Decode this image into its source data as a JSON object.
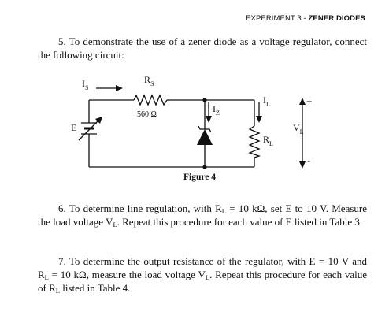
{
  "header": {
    "prefix": "EXPERIMENT 3 - ",
    "title": "ZENER DIODES"
  },
  "step5": {
    "number": "5.",
    "text": "To demonstrate the use of a zener diode as a voltage regulator, connect the following circuit:"
  },
  "figure": {
    "caption": "Figure 4",
    "source_label": "E",
    "source_current_label": "I",
    "source_current_sub": "S",
    "resistor_label": "R",
    "resistor_sub": "S",
    "resistor_value": "560 Ω",
    "zener_current_label": "I",
    "zener_current_sub": "Z",
    "load_current_label": "I",
    "load_current_sub": "L",
    "load_label": "R",
    "load_sub": "L",
    "voltage_label": "V",
    "voltage_sub": "L",
    "plus": "+",
    "minus": "-"
  },
  "step6": {
    "number": "6.",
    "part1": "To determine line regulation, with R",
    "sub1": "L",
    "part2": " = 10 kΩ, set E to 10 V. Measure the load voltage V",
    "sub2": "L",
    "part3": ".  Repeat this procedure for each value of E listed in Table 3."
  },
  "step7": {
    "number": "7.",
    "part1": "To determine the output resistance of the regulator, with E = 10 V and R",
    "sub1": "L",
    "part2": " = 10 kΩ, measure the load voltage V",
    "sub2": "L",
    "part3": ".  Repeat this procedure for each value of R",
    "sub3": "L",
    "part4": " listed in Table 4."
  }
}
